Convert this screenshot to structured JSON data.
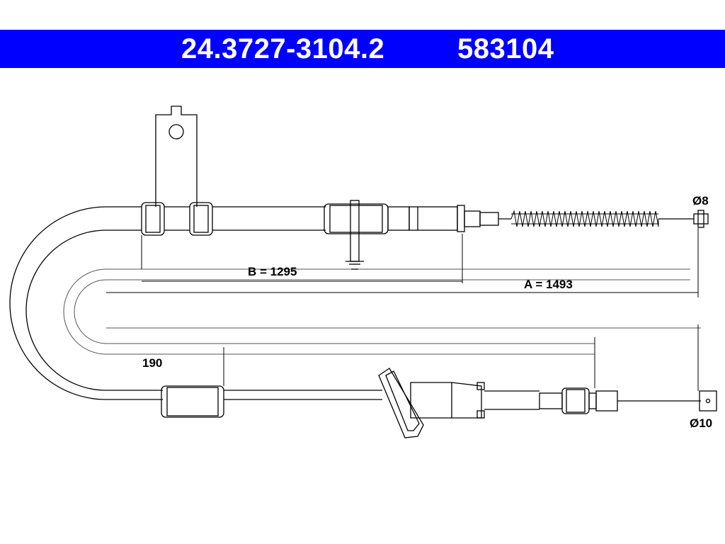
{
  "header": {
    "part_number": "24.3727-3104.2",
    "ref_number": "583104",
    "background": "#0000ff",
    "text_color": "#ffffff"
  },
  "dimensions": {
    "b_label": "B = 1295",
    "a_label": "A = 1493",
    "offset_label": "190",
    "diameter_top": "Ø8",
    "diameter_bottom": "Ø10"
  }
}
